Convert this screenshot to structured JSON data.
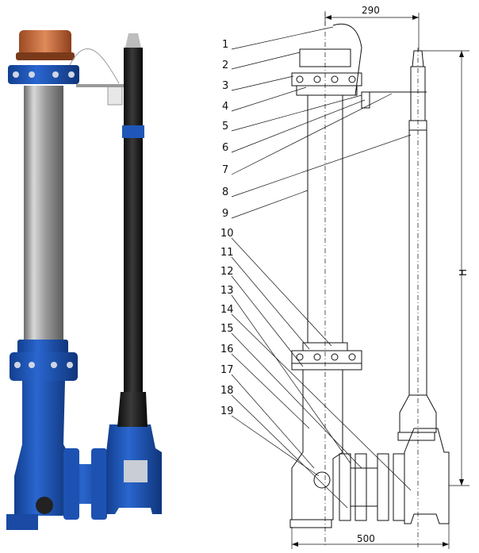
{
  "drawing": {
    "callouts": [
      "1",
      "2",
      "3",
      "4",
      "5",
      "6",
      "7",
      "8",
      "9",
      "10",
      "11",
      "12",
      "13",
      "14",
      "15",
      "16",
      "17",
      "18",
      "19"
    ],
    "dimensions": {
      "top_width": "290",
      "bottom_width": "500",
      "height": "H"
    }
  },
  "photo": {
    "colors": {
      "cap": "#c8683a",
      "flange": "#1f57b8",
      "barrel": "#b9b9b9",
      "valve_body": "#1f57b8",
      "key_stem": "#1b1b1b",
      "stem_band": "#1f57b8"
    }
  }
}
